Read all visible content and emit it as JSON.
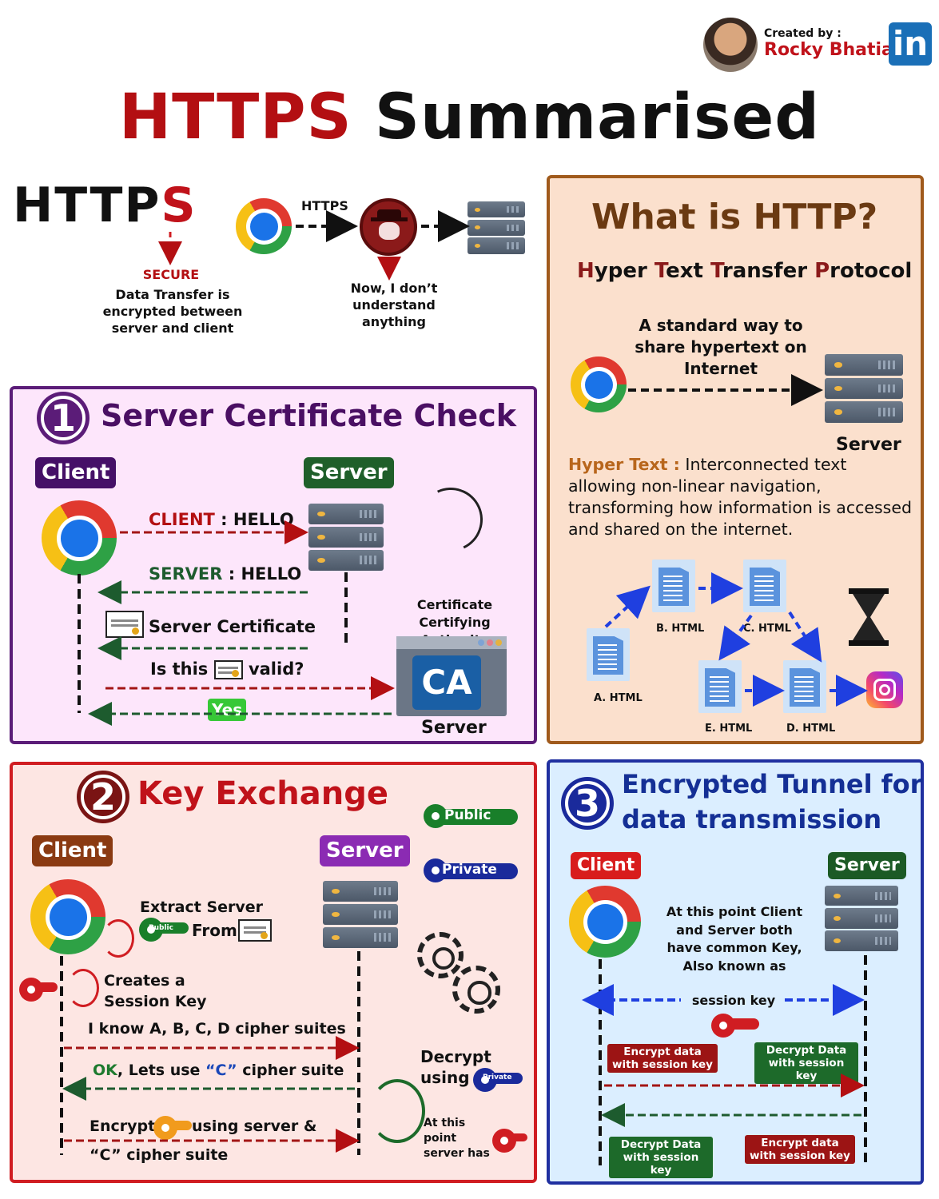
{
  "header": {
    "created_by": "Created by :",
    "author": "Rocky Bhatia",
    "linkedin_text": "in",
    "title_red": "HTTPS",
    "title_black": "Summarised"
  },
  "https_intro": {
    "logo_black": "HTTP",
    "logo_red": "S",
    "secure": "SECURE",
    "secure_desc": "Data Transfer is encrypted between server and client",
    "https_label": "HTTPS",
    "hacker_note": "Now, I don’t understand anything"
  },
  "what_http": {
    "title": "What is HTTP?",
    "expansion": [
      {
        "cap": "H",
        "rest": "yper "
      },
      {
        "cap": "T",
        "rest": "ext "
      },
      {
        "cap": "T",
        "rest": "ransfer "
      },
      {
        "cap": "P",
        "rest": "rotocol"
      }
    ],
    "standard_way": "A standard way to share hypertext on Internet",
    "server_label": "Server",
    "hypertext_term": "Hyper Text :",
    "hypertext_def": "Interconnected text allowing non-linear navigation, transforming how information is accessed and shared on the internet.",
    "docs": {
      "a": "A. HTML",
      "b": "B. HTML",
      "c": "C. HTML",
      "d": "D. HTML",
      "e": "E. HTML"
    }
  },
  "cert_check": {
    "number": "1",
    "title": "Server Certificate Check",
    "client": "Client",
    "server": "Server",
    "client_hello_a": "CLIENT",
    "client_hello_b": " : HELLO",
    "server_hello_a": "SERVER",
    "server_hello_b": " : HELLO",
    "server_certificate": "Server Certificate",
    "is_this": "Is this",
    "valid": "valid?",
    "yes": "Yes",
    "ca_caption": "Certificate Certifying Authority",
    "ca_text": "CA",
    "ca_server": "Server"
  },
  "key_exchange": {
    "number": "2",
    "title": "Key Exchange",
    "client": "Client",
    "server": "Server",
    "public_key": "Public",
    "private_key": "Private",
    "extract_server": "Extract Server",
    "from": "From",
    "public_small": "Public",
    "creates_key": "Creates a Session Key",
    "cipher_suites": "I know A, B, C, D cipher suites",
    "ok_prefix": "OK",
    "ok_text": ", Lets use ",
    "ok_c": "“C”",
    "ok_suffix": " cipher suite",
    "encrypt_a": "Encrypt",
    "encrypt_b": "using server &",
    "encrypt_c": "“C” cipher suite",
    "decrypt_a": "Decrypt",
    "decrypt_b": "using",
    "private_small": "Private",
    "at_this_point": "At this point server has"
  },
  "tunnel": {
    "number": "3",
    "title_line1": "Encrypted Tunnel for",
    "title_line2": "data transmission",
    "client": "Client",
    "server": "Server",
    "common_key": "At this point Client and Server both have common Key, Also known as",
    "session_key": "session key",
    "encrypt_left": "Encrypt data with session key",
    "decrypt_right": "Decrypt Data with session key",
    "decrypt_left": "Decrypt Data with session key",
    "encrypt_right": "Encrypt data with session key"
  },
  "colors": {
    "red": "#b30f12",
    "purple": "#4a0f63",
    "green": "#1d5b2e",
    "brown": "#6b3a12",
    "navy": "#142f95"
  }
}
